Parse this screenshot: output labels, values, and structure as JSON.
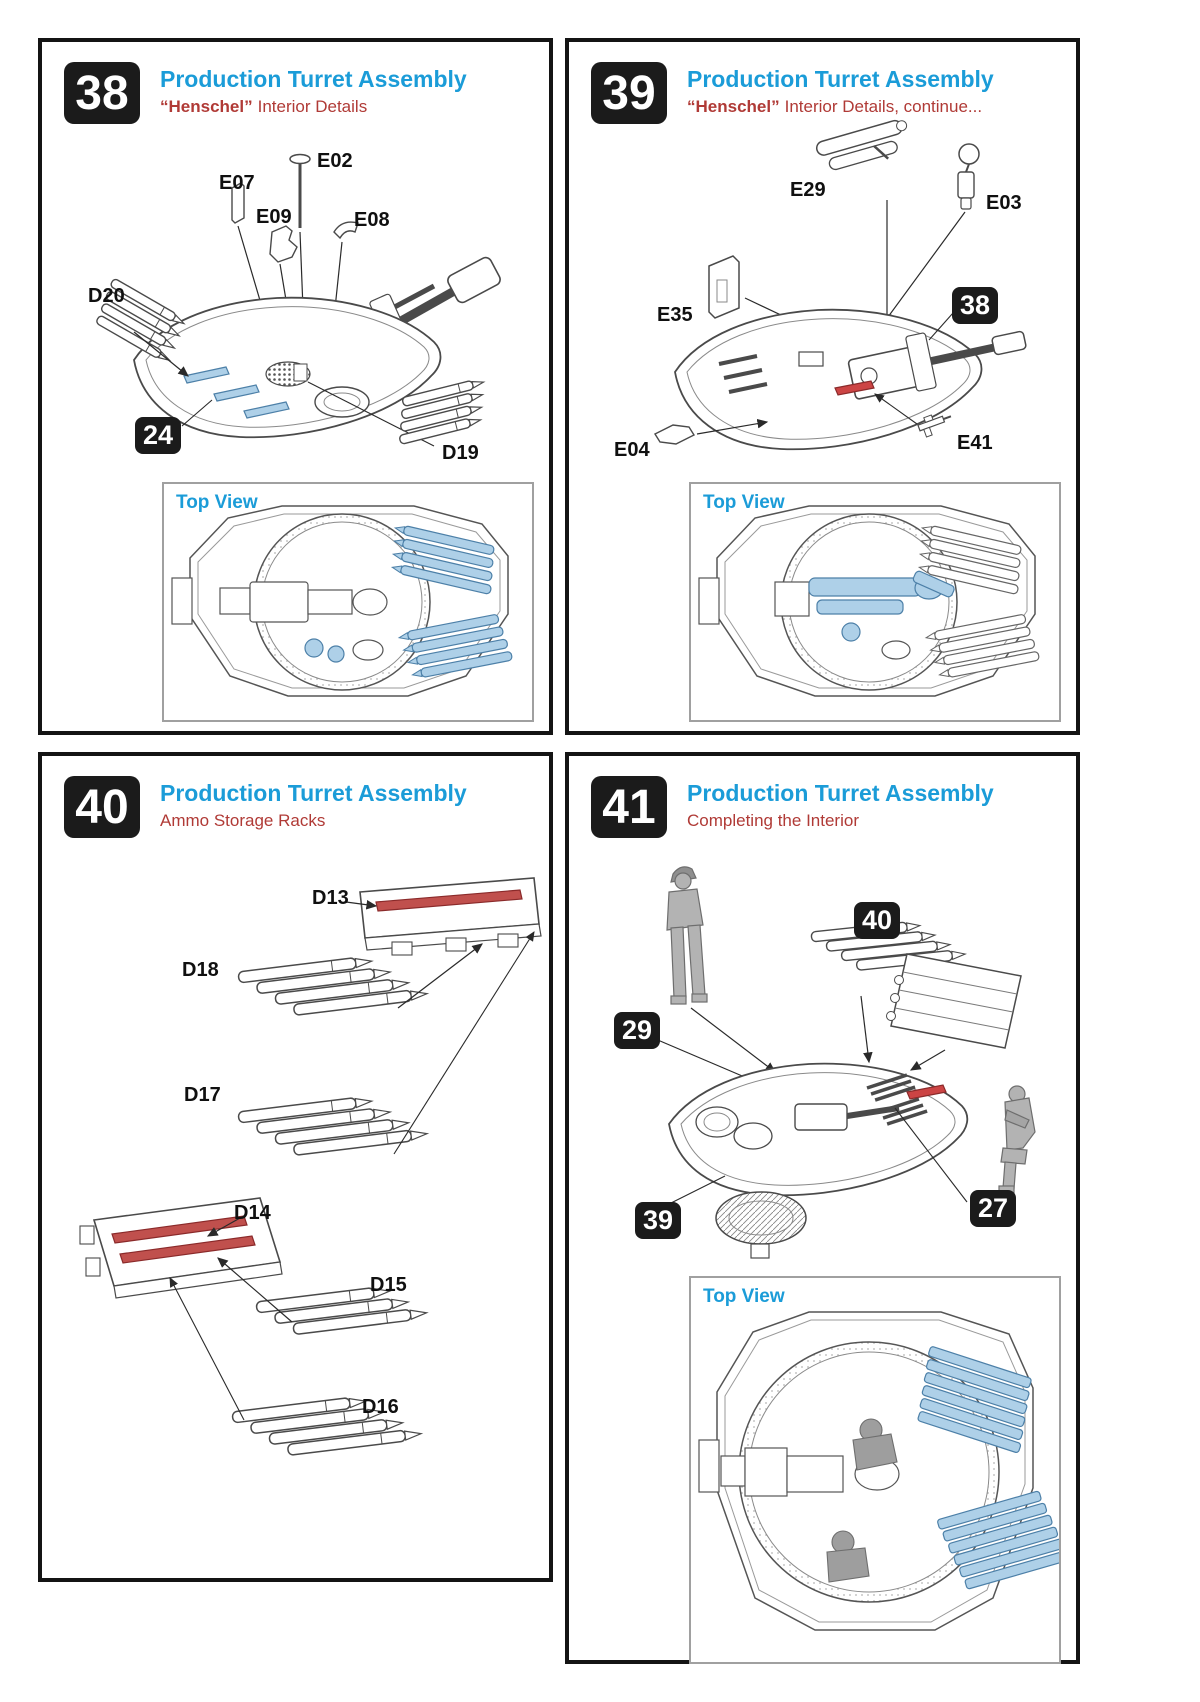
{
  "colors": {
    "title_blue": "#1b9cd8",
    "subtitle_red": "#b03a36",
    "badge_bg": "#1b1b1b",
    "highlight_blue": "#aed0e8",
    "highlight_red": "#c0504d"
  },
  "panels": [
    {
      "step": "38",
      "title": "Production Turret Assembly",
      "subtitle_em": "“Henschel”",
      "subtitle": "Interior Details",
      "top_view_label": "Top View",
      "badges": {
        "b24": "24"
      },
      "labels": {
        "e02": "E02",
        "e07": "E07",
        "e09": "E09",
        "e08": "E08",
        "d20": "D20",
        "d19": "D19"
      }
    },
    {
      "step": "39",
      "title": "Production Turret Assembly",
      "subtitle_em": "“Henschel”",
      "subtitle": "Interior Details, continue...",
      "top_view_label": "Top View",
      "badges": {
        "b38": "38"
      },
      "labels": {
        "e29": "E29",
        "e03": "E03",
        "e35": "E35",
        "e04": "E04",
        "e41": "E41"
      }
    },
    {
      "step": "40",
      "title": "Production Turret Assembly",
      "subtitle": "Ammo Storage Racks",
      "labels": {
        "d13": "D13",
        "d18": "D18",
        "d17": "D17",
        "d14": "D14",
        "d15": "D15",
        "d16": "D16"
      }
    },
    {
      "step": "41",
      "title": "Production Turret Assembly",
      "subtitle": "Completing the Interior",
      "top_view_label": "Top View",
      "badges": {
        "b40": "40",
        "b29": "29",
        "b39": "39",
        "b27": "27"
      }
    }
  ]
}
